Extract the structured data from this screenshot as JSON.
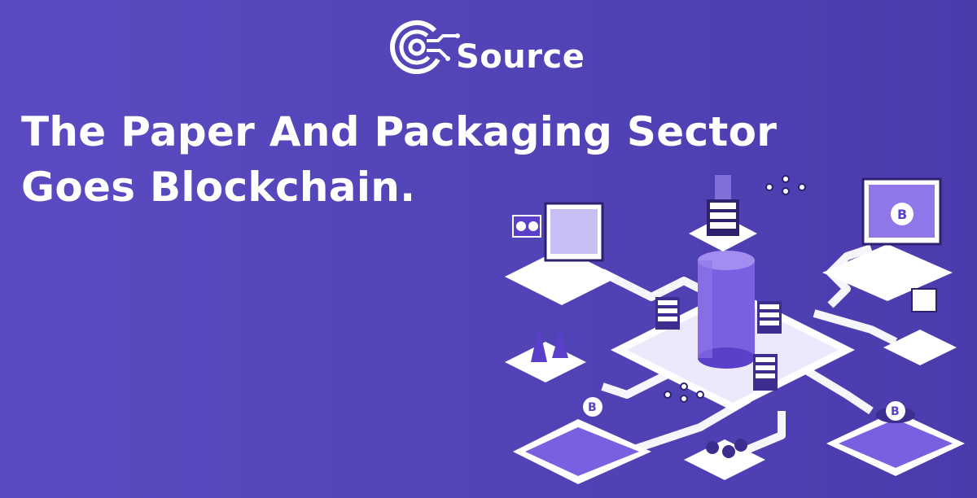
{
  "brand": {
    "name": "Source",
    "logo_icon": "target-circuit-icon",
    "color": "#ffffff"
  },
  "headline": {
    "line1": "The Paper And Packaging Sector",
    "line2": "Goes Blockchain."
  },
  "illustration": {
    "description_icon": "isometric-blockchain-network-icon"
  },
  "colors": {
    "background": "#5245b8",
    "accent": "#7a5fe0",
    "platform": "#ffffff"
  }
}
